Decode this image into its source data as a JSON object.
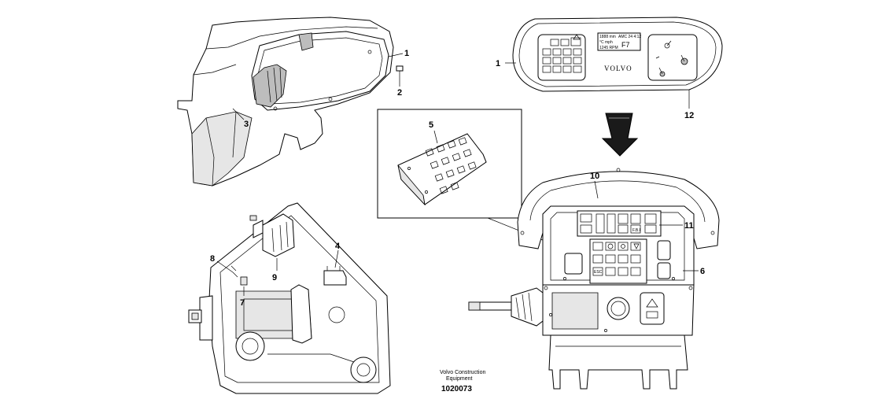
{
  "callouts": {
    "c1_left": "1",
    "c2": "2",
    "c3": "3",
    "c1_right": "1",
    "c12": "12",
    "c5": "5",
    "c10": "10",
    "c11": "11",
    "c6": "6",
    "c4": "4",
    "c8": "8",
    "c9": "9",
    "c7": "7"
  },
  "instrument_panel": {
    "brand": "VOLVO",
    "display_line1": "1888 mm",
    "display_line2": "°C  mph",
    "display_line3": "1245 RPM",
    "display_col2": "AMC 24 4:12",
    "display_code": "F7"
  },
  "keypad_labels": {
    "esc": "ESC",
    "f_hash": "F.B.I"
  },
  "caption": {
    "company_line1": "Volvo Construction",
    "company_line2": "Equipment",
    "figure_number": "1020073"
  }
}
